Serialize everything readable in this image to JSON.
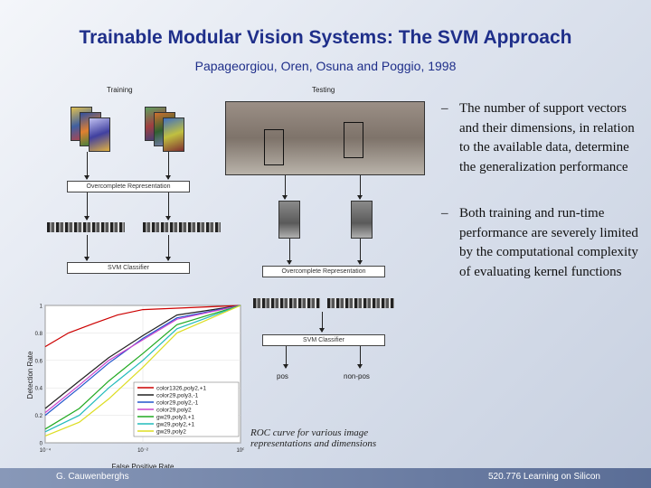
{
  "slide": {
    "title": "Trainable Modular Vision Systems: The SVM Approach",
    "subtitle": "Papageorgiou, Oren, Osuna and Poggio, 1998"
  },
  "figure": {
    "training_label": "Training",
    "testing_label": "Testing",
    "overcomplete_box": "Overcomplete Representation",
    "svm_classifier_left": "SVM Classifier",
    "overcomplete_box_right": "Overcomplete Representation",
    "svm_classifier_right": "SVM Classifier",
    "out_pos": "pos",
    "out_neg": "non-pos"
  },
  "bullets": [
    "The number of support vectors and their dimensions, in relation to the available data, determine the generalization performance",
    "Both training and run-time performance are severely limited by the computational complexity of evaluating kernel functions"
  ],
  "caption": "ROC curve for various image representations and dimensions",
  "chart_data": {
    "type": "line",
    "title": "",
    "xlabel": "False Positive Rate",
    "ylabel": "Detection Rate",
    "x_scale": "log",
    "xlim": [
      0.0001,
      1
    ],
    "ylim": [
      0,
      1
    ],
    "x_ticks": [
      "10⁻⁴",
      "10⁻²",
      "10⁰"
    ],
    "y_ticks": [
      "0",
      "0.2",
      "0.4",
      "0.6",
      "0.8",
      "1"
    ],
    "legend_position": "bottom-right",
    "series": [
      {
        "name": "color1326,poly2,+1",
        "color": "#cc0000",
        "x": [
          0.0001,
          0.0003,
          0.001,
          0.003,
          0.01,
          1
        ],
        "y": [
          0.7,
          0.8,
          0.87,
          0.93,
          0.97,
          1.0
        ]
      },
      {
        "name": "color29,poly3,-1",
        "color": "#222222",
        "x": [
          0.0001,
          0.0005,
          0.002,
          0.01,
          0.05,
          1
        ],
        "y": [
          0.25,
          0.45,
          0.62,
          0.78,
          0.93,
          1.0
        ]
      },
      {
        "name": "color29,poly2,-1",
        "color": "#2255cc",
        "x": [
          0.0001,
          0.0005,
          0.002,
          0.01,
          0.05,
          1
        ],
        "y": [
          0.2,
          0.4,
          0.58,
          0.76,
          0.91,
          1.0
        ]
      },
      {
        "name": "color29,poly2",
        "color": "#cc44cc",
        "x": [
          0.0001,
          0.0005,
          0.002,
          0.01,
          0.05,
          1
        ],
        "y": [
          0.22,
          0.42,
          0.6,
          0.75,
          0.9,
          1.0
        ]
      },
      {
        "name": "gw29,poly3,+1",
        "color": "#22aa22",
        "x": [
          0.0001,
          0.0005,
          0.002,
          0.01,
          0.05,
          1
        ],
        "y": [
          0.1,
          0.25,
          0.45,
          0.65,
          0.86,
          1.0
        ]
      },
      {
        "name": "gw29,poly2,+1",
        "color": "#22bbbb",
        "x": [
          0.0001,
          0.0005,
          0.002,
          0.01,
          0.05,
          1
        ],
        "y": [
          0.08,
          0.2,
          0.4,
          0.6,
          0.83,
          1.0
        ]
      },
      {
        "name": "gw29,poly2",
        "color": "#dddd22",
        "x": [
          0.0001,
          0.0005,
          0.002,
          0.01,
          0.05,
          1
        ],
        "y": [
          0.05,
          0.15,
          0.32,
          0.55,
          0.8,
          1.0
        ]
      }
    ]
  },
  "footer": {
    "left": "G. Cauwenberghs",
    "right": "520.776 Learning on Silicon"
  }
}
